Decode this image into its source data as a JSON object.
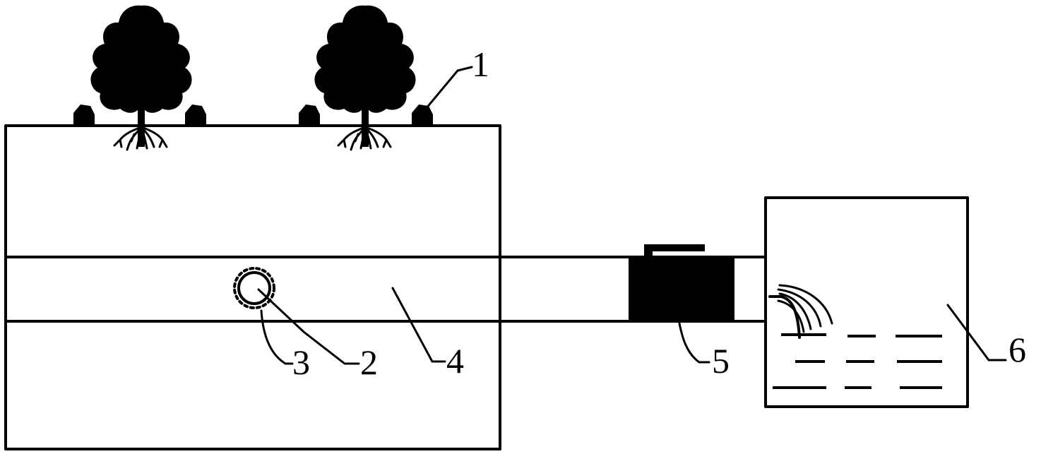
{
  "diagram": {
    "colors": {
      "ink": "#000000",
      "background": "#ffffff"
    },
    "labels": [
      {
        "id": "1",
        "text": "1"
      },
      {
        "id": "2",
        "text": "2"
      },
      {
        "id": "3",
        "text": "3"
      },
      {
        "id": "4",
        "text": "4"
      },
      {
        "id": "5",
        "text": "5"
      },
      {
        "id": "6",
        "text": "6"
      }
    ],
    "icons": [
      "tree-icon",
      "shrub-icon",
      "root-icon",
      "pipe-cross-section-icon",
      "valve-icon",
      "water-tank-icon",
      "spray-icon"
    ]
  }
}
